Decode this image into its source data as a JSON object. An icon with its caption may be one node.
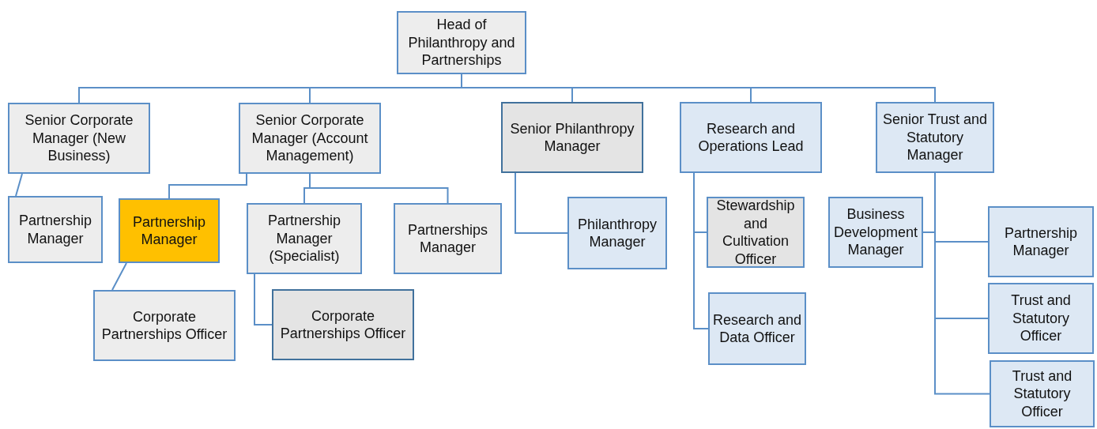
{
  "diagram": {
    "nodes": [
      {
        "text": [
          "Head of Philanthropy and Partnerships"
        ]
      },
      {
        "text": [
          "Senior Corporate Manager (New Business)"
        ]
      },
      {
        "text": [
          "Senior Corporate Manager (Account Management)"
        ]
      },
      {
        "text": [
          "Senior Philanthropy Manager"
        ]
      },
      {
        "text": [
          "Research and Operations Lead"
        ]
      },
      {
        "text": [
          "Senior Trust and Statutory Manager"
        ]
      },
      {
        "text": [
          "Partnership Manager"
        ]
      },
      {
        "text": [
          "Partnership Manager"
        ]
      },
      {
        "text": [
          "Corporate Partnerships Officer"
        ]
      },
      {
        "text": [
          "Partnership Manager (Specialist)"
        ]
      },
      {
        "text": [
          "Partnerships Manager"
        ]
      },
      {
        "text": [
          "Corporate Partnerships Officer"
        ]
      },
      {
        "text": [
          "Philanthropy Manager"
        ]
      },
      {
        "text": [
          "Stewardship and Cultivation Officer"
        ]
      },
      {
        "text": [
          "Research and Data Officer"
        ]
      },
      {
        "text": [
          "Business Development Manager"
        ]
      },
      {
        "text": [
          "Partnership Manager"
        ]
      },
      {
        "text": [
          "Trust and Statutory Officer"
        ]
      },
      {
        "text": [
          "Trust and Statutory Officer"
        ]
      }
    ],
    "edges": [
      {
        "from": 0,
        "to": 1,
        "arrow": "none"
      },
      {
        "from": 0,
        "to": 2,
        "arrow": "none"
      },
      {
        "from": 0,
        "to": 3,
        "arrow": "none"
      },
      {
        "from": 0,
        "to": 4,
        "arrow": "none"
      },
      {
        "from": 0,
        "to": 5,
        "arrow": "none"
      },
      {
        "from": 1,
        "to": 6,
        "arrow": "none"
      },
      {
        "from": 2,
        "to": 7,
        "arrow": "none"
      },
      {
        "from": 2,
        "to": 9,
        "arrow": "none"
      },
      {
        "from": 2,
        "to": 10,
        "arrow": "none"
      },
      {
        "from": 7,
        "to": 8,
        "arrow": "none"
      },
      {
        "from": 9,
        "to": 11,
        "arrow": "none"
      },
      {
        "from": 3,
        "to": 12,
        "arrow": "none"
      },
      {
        "from": 4,
        "to": 13,
        "arrow": "none"
      },
      {
        "from": 4,
        "to": 14,
        "arrow": "none"
      },
      {
        "from": 5,
        "to": 15,
        "arrow": "none"
      },
      {
        "from": 5,
        "to": 16,
        "arrow": "none"
      },
      {
        "from": 5,
        "to": 17,
        "arrow": "none"
      },
      {
        "from": 5,
        "to": 18,
        "arrow": "none"
      }
    ]
  }
}
